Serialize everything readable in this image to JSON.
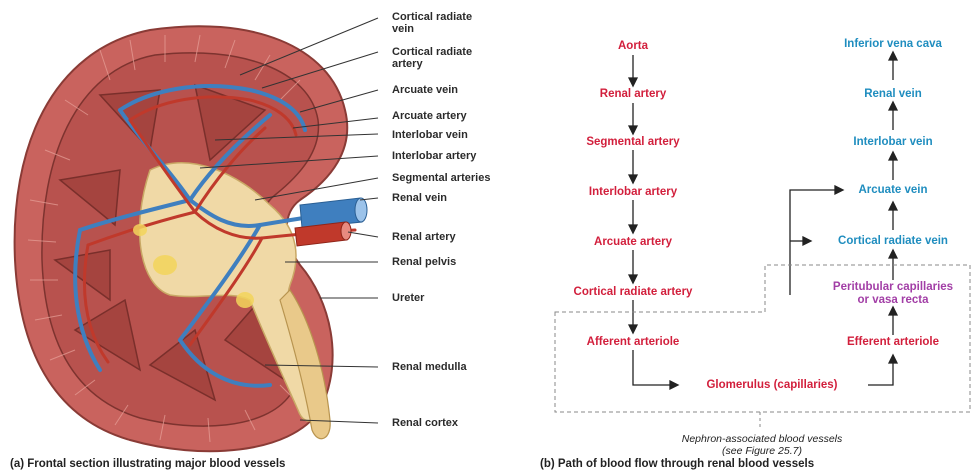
{
  "left_panel": {
    "labels": [
      "Cortical radiate vein",
      "Cortical radiate artery",
      "Arcuate vein",
      "Arcuate artery",
      "Interlobar vein",
      "Interlobar artery",
      "Segmental arteries",
      "Renal vein",
      "Renal artery",
      "Renal pelvis",
      "Ureter",
      "Renal medulla",
      "Renal cortex"
    ],
    "caption": "(a) Frontal section illustrating major blood vessels"
  },
  "right_panel": {
    "arterial_path": [
      "Aorta",
      "Renal artery",
      "Segmental artery",
      "Interlobar artery",
      "Arcuate artery",
      "Cortical radiate artery",
      "Afferent arteriole"
    ],
    "glomerulus": "Glomerulus (capillaries)",
    "efferent": "Efferent arteriole",
    "peritubular": [
      "Peritubular capillaries",
      "or vasa recta"
    ],
    "venous_path": [
      "Cortical radiate vein",
      "Arcuate vein",
      "Interlobar vein",
      "Renal vein",
      "Inferior vena cava"
    ],
    "nephron_note": [
      "Nephron-associated blood vessels",
      "(see Figure 25.7)"
    ],
    "caption": "(b) Path of blood flow through renal blood vessels"
  },
  "colors": {
    "artery_text": "#d21f3c",
    "vein_text": "#1f8dbf",
    "capillary_text": "#a23ea6",
    "cortex": "#c9635e",
    "medulla": "#b8524e",
    "pelvis": "#f0d9a6",
    "vein": "#3f7fbf",
    "artery": "#c0392b"
  }
}
